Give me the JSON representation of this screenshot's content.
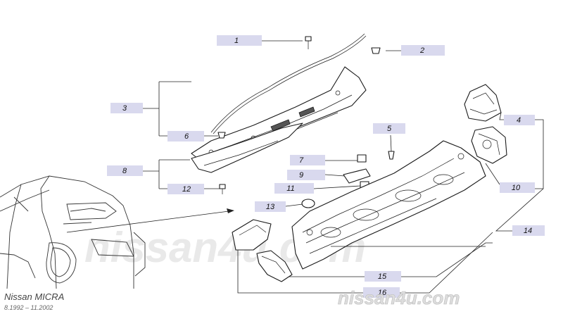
{
  "diagram": {
    "watermark_center": "nissan4u.com",
    "watermark_brand": "nissan4u.com",
    "model_title": "Nissan MICRA",
    "model_years": "8.1992 – 11.2002",
    "callouts": [
      "1",
      "2",
      "3",
      "4",
      "5",
      "6",
      "7",
      "8",
      "9",
      "10",
      "11",
      "12",
      "13",
      "14",
      "15",
      "16"
    ]
  }
}
